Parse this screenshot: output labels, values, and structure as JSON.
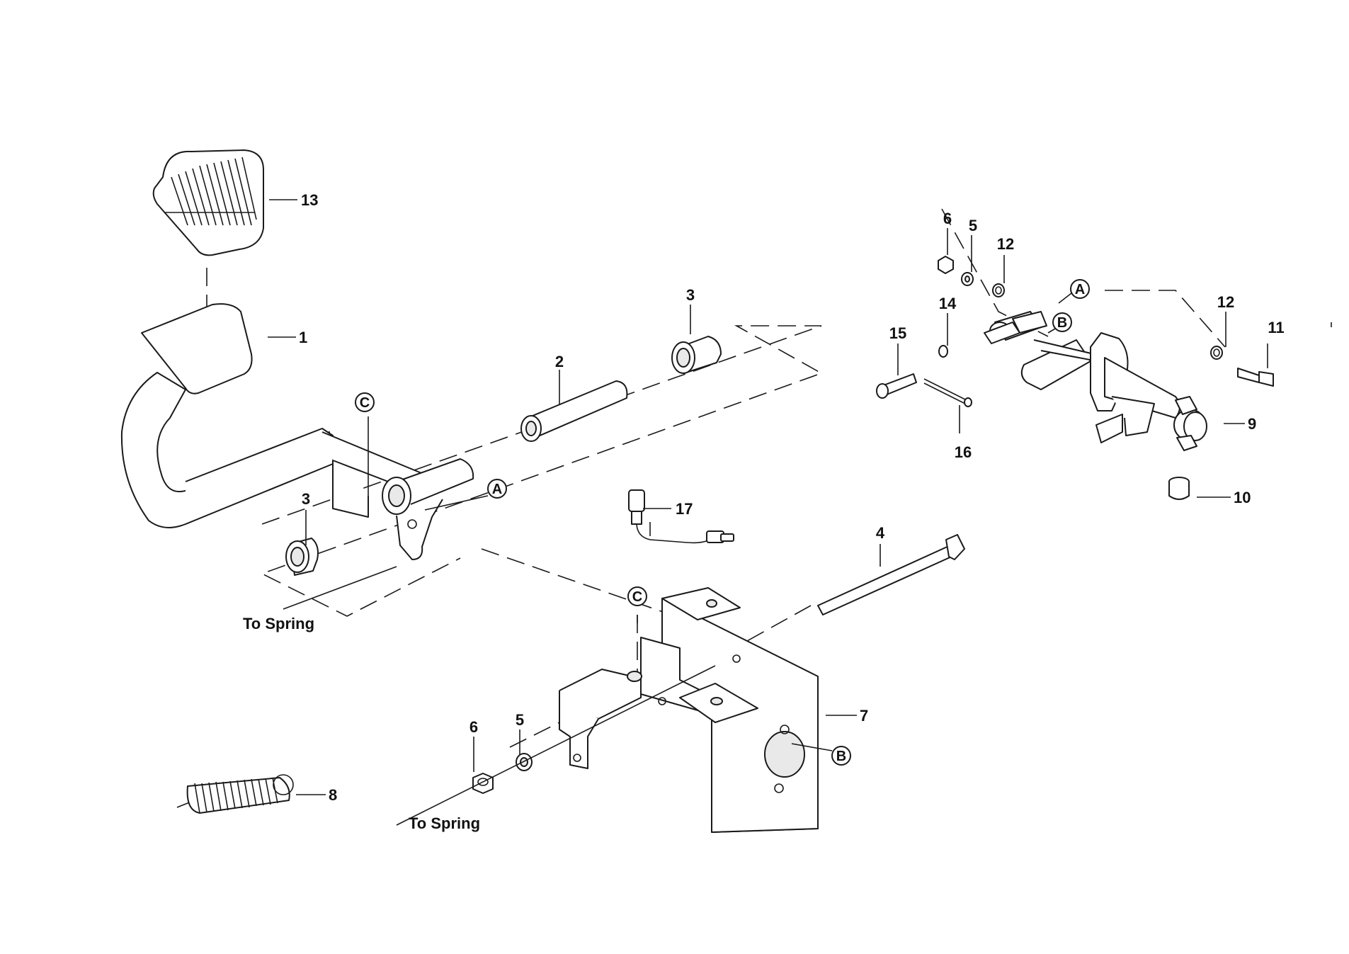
{
  "callouts": {
    "c1": "1",
    "c2": "2",
    "c3a": "3",
    "c3b": "3",
    "c4": "4",
    "c5a": "5",
    "c5b": "5",
    "c6a": "6",
    "c6b": "6",
    "c7": "7",
    "c8": "8",
    "c9": "9",
    "c10": "10",
    "c11": "11",
    "c12a": "12",
    "c12b": "12",
    "c13": "13",
    "c14": "14",
    "c15": "15",
    "c16": "16",
    "c17": "17"
  },
  "refs": {
    "a1": "A",
    "a2": "A",
    "b1": "B",
    "b2": "B",
    "cc1": "C",
    "cc2": "C"
  },
  "notes": {
    "to_spring_top": "To Spring",
    "to_spring_bottom": "To Spring"
  }
}
